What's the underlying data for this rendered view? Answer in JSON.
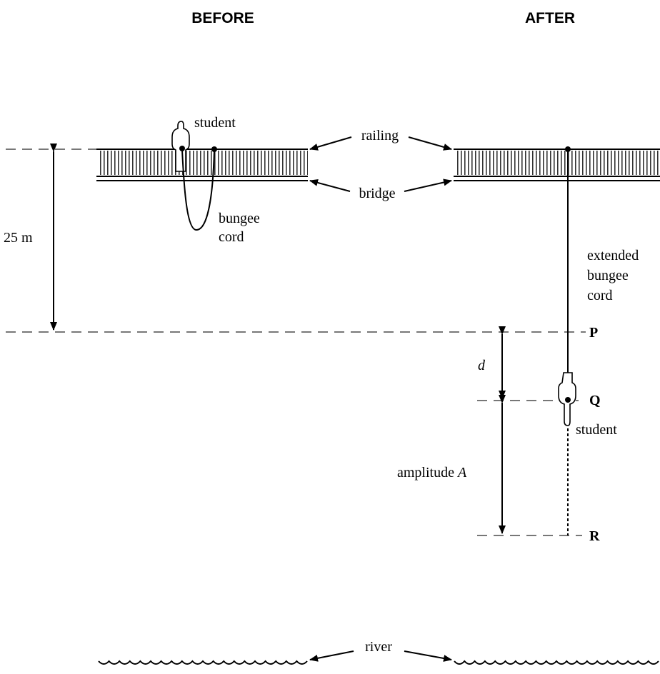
{
  "headers": {
    "before": "BEFORE",
    "after": "AFTER"
  },
  "labels": {
    "student_before": "student",
    "railing": "railing",
    "bridge": "bridge",
    "bungee_line1": "bungee",
    "bungee_line2": "cord",
    "height": "25 m",
    "extended_line1": "extended",
    "extended_line2": "bungee",
    "extended_line3": "cord",
    "point_p": "P",
    "point_q": "Q",
    "point_r": "R",
    "d": "d",
    "amplitude_text": "amplitude ",
    "amplitude_symbol": "A",
    "student_after": "student",
    "river": "river"
  }
}
